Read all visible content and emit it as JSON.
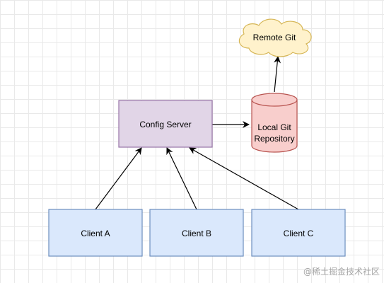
{
  "nodes": {
    "remote_git": {
      "label": "Remote Git"
    },
    "config_server": {
      "label": "Config Server"
    },
    "local_git": {
      "label_line1": "Local Git",
      "label_line2": "Repository"
    },
    "client_a": {
      "label": "Client A"
    },
    "client_b": {
      "label": "Client B"
    },
    "client_c": {
      "label": "Client C"
    }
  },
  "watermark": "@稀土掘金技术社区",
  "colors": {
    "cloud_fill": "#fff2cc",
    "cloud_stroke": "#d6b656",
    "server_fill": "#e1d5e7",
    "server_stroke": "#9673a6",
    "repo_fill": "#f8cecc",
    "repo_stroke": "#b85450",
    "client_fill": "#dae8fc",
    "client_stroke": "#6c8ebf",
    "edge": "#000000"
  },
  "icons": {
    "remote_git": "cloud-shape",
    "local_git": "cylinder-shape"
  },
  "edges": [
    {
      "from": "config_server",
      "to": "local_git"
    },
    {
      "from": "local_git",
      "to": "remote_git"
    },
    {
      "from": "client_a",
      "to": "config_server"
    },
    {
      "from": "client_b",
      "to": "config_server"
    },
    {
      "from": "client_c",
      "to": "config_server"
    }
  ]
}
